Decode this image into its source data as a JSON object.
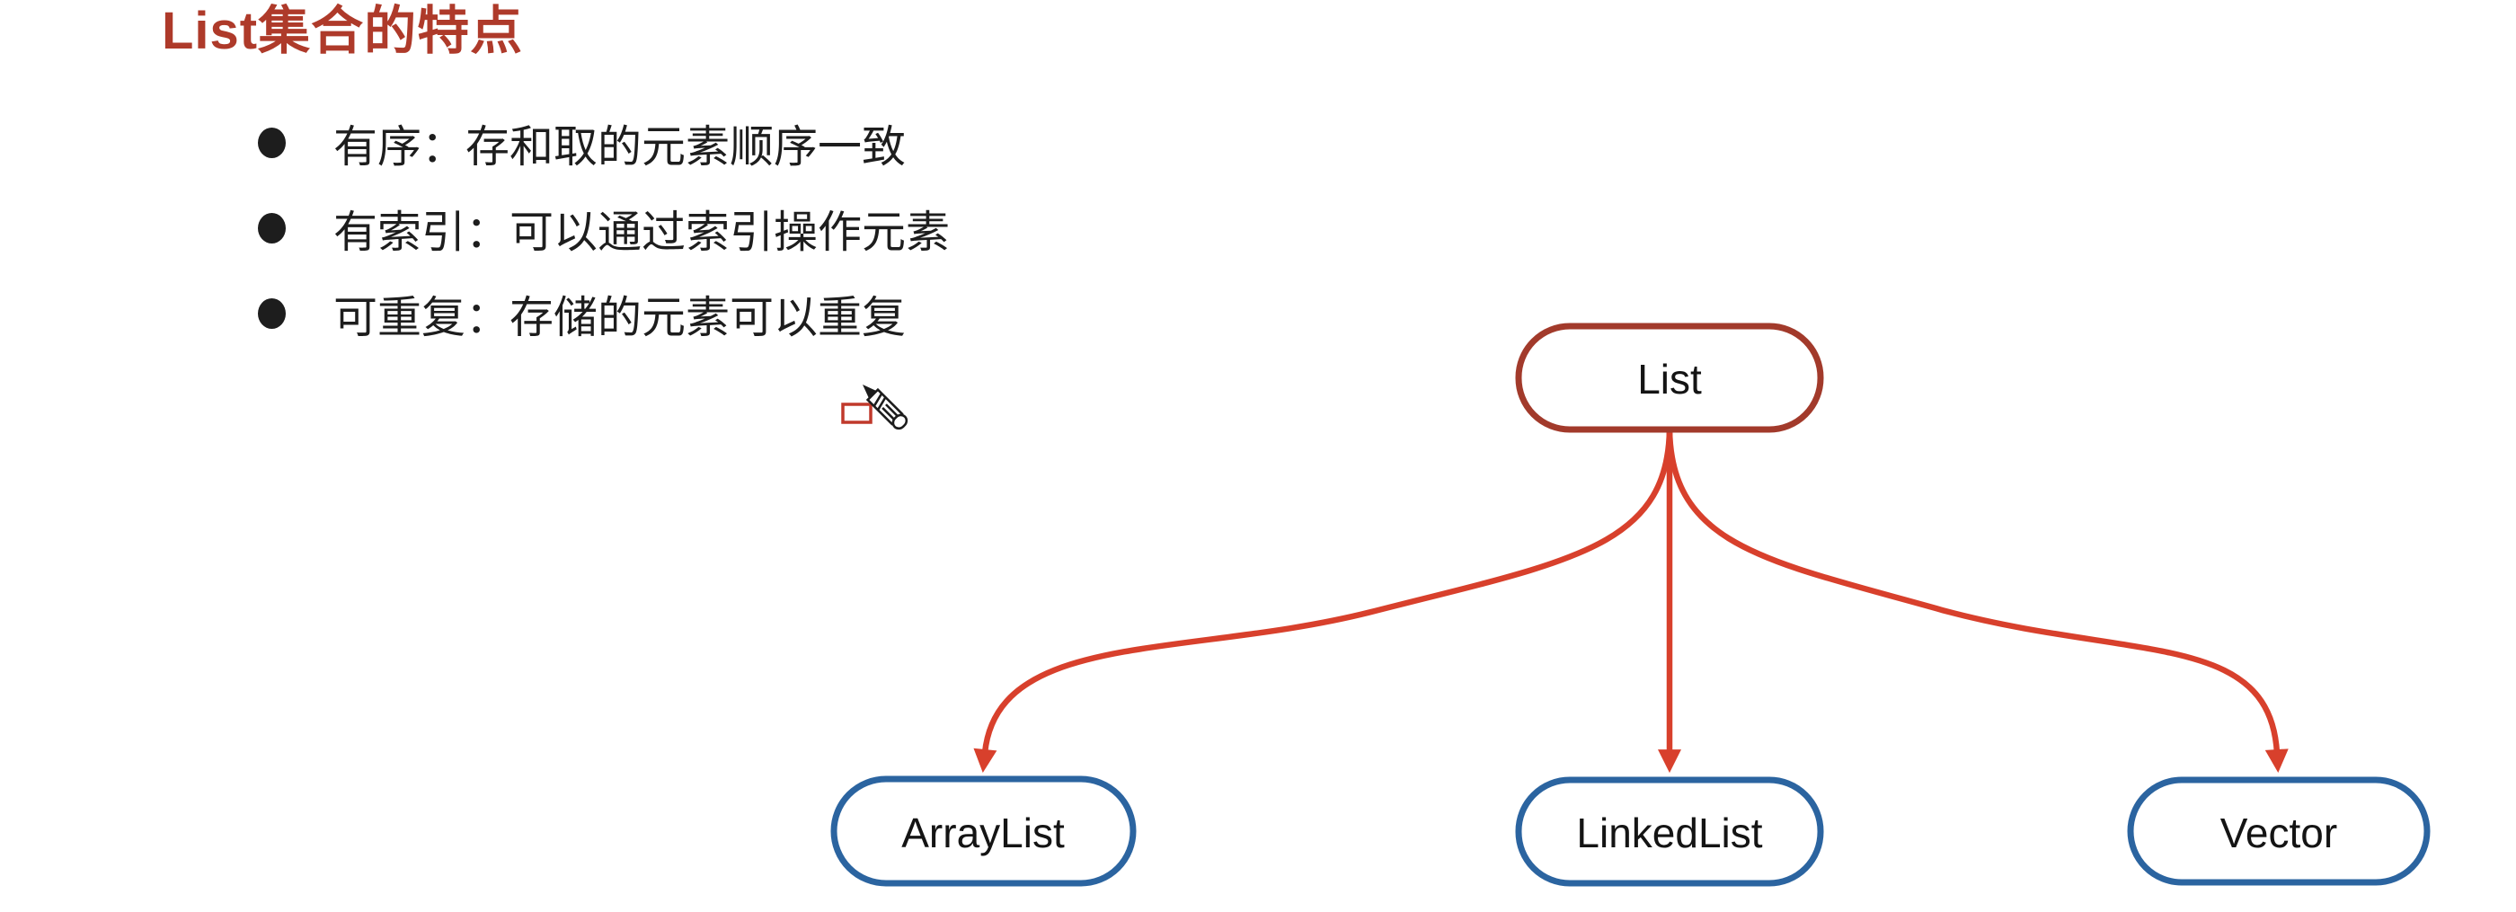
{
  "slide": {
    "title": "List集合的特点",
    "title_color": "#AE3A2A",
    "text_color": "#1d1d1d",
    "bullets": [
      "有序：存和取的元素顺序一致",
      "有索引：可以通过索引操作元素",
      "可重复：存储的元素可以重复"
    ]
  },
  "diagram": {
    "root": {
      "label": "List",
      "border_color": "#A23A2B"
    },
    "children": [
      {
        "label": "ArrayList"
      },
      {
        "label": "LinkedList"
      },
      {
        "label": "Vector"
      }
    ],
    "child_border_color": "#2B64A0",
    "arrow_color": "#D8402C"
  },
  "cursor": {
    "icon": "pencil-cursor-icon",
    "box_color": "#C0392B"
  }
}
